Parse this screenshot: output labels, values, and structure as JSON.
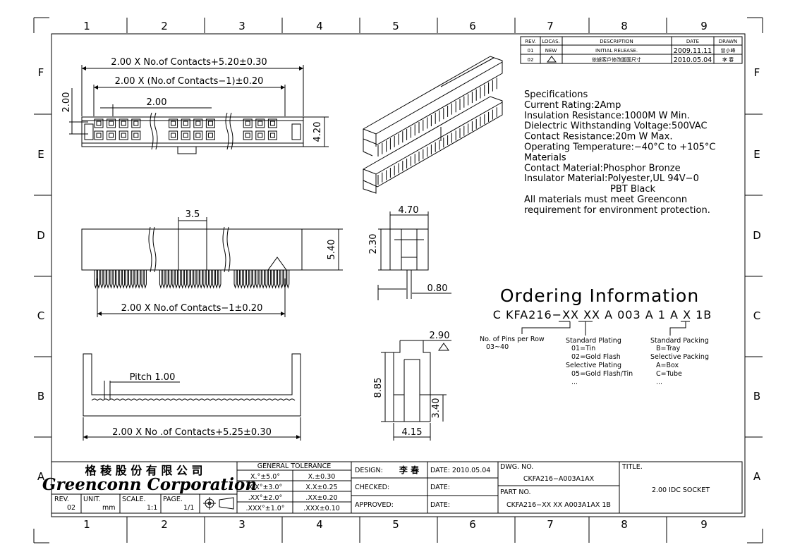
{
  "grid": {
    "columns": [
      "1",
      "2",
      "3",
      "4",
      "5",
      "6",
      "7",
      "8",
      "9"
    ],
    "rows": [
      "F",
      "E",
      "D",
      "C",
      "B",
      "A"
    ]
  },
  "revision_table": {
    "headers": [
      "REV.",
      "LOCAS.",
      "DESCRIPTION",
      "DATE",
      "DRAWN"
    ],
    "rows": [
      {
        "rev": "01",
        "loc": "NEW",
        "desc": "INITIAL RELEASE.",
        "date": "2009.11.11",
        "drawn": "曾小峰"
      },
      {
        "rev": "02",
        "loc": "",
        "desc": "依據客戶修改圖面尺寸",
        "date": "2010.05.04",
        "drawn": "李 春"
      }
    ]
  },
  "dimensions": {
    "overall_length": "2.00 X No.of Contacts+5.20±0.30",
    "pin_span": "2.00 X (No.of Contacts−1)±0.20",
    "pitch_top": "2.00",
    "row_pitch": "2.00",
    "top_height": "4.20",
    "latch_width": "3.5",
    "side_height": "5.40",
    "tail_span": "2.00 X No.of Contacts−1±0.20",
    "end_width": "4.70",
    "end_height": "2.30",
    "pin_width": "0.80",
    "pitch_bottom": "Pitch 1.00",
    "bottom_length": "2.00 X No .of Contacts+5.25±0.30",
    "section_top": "2.90",
    "section_height": "8.85",
    "section_inner": "3.40",
    "section_width": "4.15"
  },
  "specifications": [
    "Specifications",
    "Current Rating:2Amp",
    "Insulation Resistance:1000M W Min.",
    "Dielectric Withstanding Voltage:500VAC",
    "Contact Resistance:20m W Max.",
    "Operating Temperature:−40°C to +105°C",
    "Materials",
    "Contact Material:Phosphor Bronze",
    "Insulator Material:Polyester,UL 94V−0",
    "PBT Black",
    "All materials must meet Greenconn",
    "requirement for environment protection."
  ],
  "ordering": {
    "title": "Ordering Information",
    "code": "C KFA216−XX XX A 003 A 1 A X 1B",
    "pins_label": "No. of Pins per Row",
    "pins_range": "03~40",
    "plating": [
      "Standard Plating",
      "01=Tin",
      "02=Gold Flash",
      "Selective Plating",
      "05=Gold Flash/Tin",
      "..."
    ],
    "packing": [
      "Standard Packing",
      "B=Tray",
      "Selective Packing",
      "A=Box",
      "C=Tube",
      "..."
    ]
  },
  "title_block": {
    "company_cn": "格 稜 股 份 有 限 公 司",
    "company_en": "Greenconn Corporation",
    "rev_label": "REV.",
    "rev_value": "02",
    "unit_label": "UNIT.",
    "unit_value": "mm",
    "scale_label": "SCALE.",
    "scale_value": "1:1",
    "page_label": "PAGE.",
    "page_value": "1/1",
    "tolerance_title": "GENERAL TOLERANCE",
    "tolerances": [
      [
        "X.°±5.0°",
        "X.±0.30"
      ],
      [
        "X.X°±3.0°",
        "X.X±0.25"
      ],
      [
        ".XX°±2.0°",
        ".XX±0.20"
      ],
      [
        ".XXX°±1.0°",
        ".XXX±0.10"
      ]
    ],
    "design_label": "DESIGN:",
    "design_value": "李 春",
    "date1": "DATE: 2010.05.04",
    "checked_label": "CHECKED:",
    "date2": "DATE:",
    "approved_label": "APPROVED:",
    "date3": "DATE:",
    "dwg_label": "DWG. NO.",
    "dwg_value": "CKFA216−A003A1AX",
    "part_label": "PART NO.",
    "part_value": "CKFA216−XX XX A003A1AX 1B",
    "title_label": "TITLE.",
    "title_value": "2.00 IDC SOCKET"
  }
}
